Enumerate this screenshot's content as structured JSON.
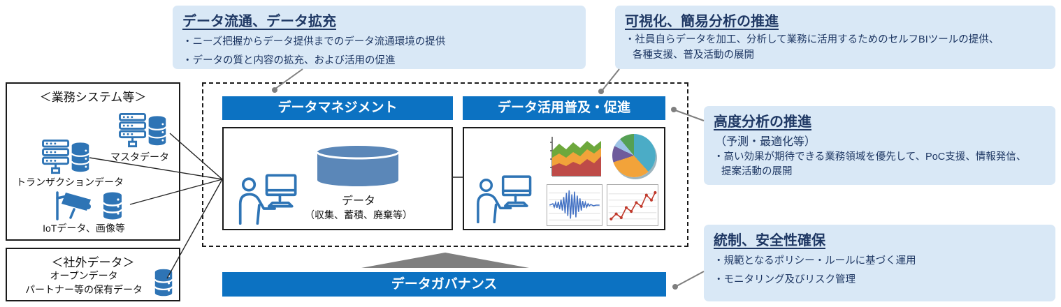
{
  "callouts": {
    "data_distribution": {
      "title": "データ流通、データ拡充",
      "bullet1": "・ニーズ把握からデータ提供までのデータ流通環境の提供",
      "bullet2": "・データの質と内容の拡充、および活用の促進"
    },
    "visualization": {
      "title": "可視化、簡易分析の推進",
      "bullet1": "・社員自らデータを加工、分析して業務に活用するためのセルフBIツールの提供、",
      "bullet2": "各種支援、普及活動の展開"
    },
    "advanced_analytics": {
      "title": "高度分析の推進",
      "subtitle": "（予測・最適化等）",
      "bullet1": "・高い効果が期待できる業務領域を優先して、PoC支援、情報発信、",
      "bullet2": "提案活動の展開"
    },
    "control_security": {
      "title": "統制、安全性確保",
      "bullet1": "・規範となるポリシー・ルールに基づく運用",
      "bullet2": "・モニタリング及びリスク管理"
    }
  },
  "sources": {
    "internal": {
      "title": "＜業務システム等＞",
      "items": [
        {
          "label": "マスタデータ",
          "icon": "server-database-icon"
        },
        {
          "label": "トランザクションデータ",
          "icon": "server-database-icon"
        },
        {
          "label": "IoTデータ、画像等",
          "icon": "camera-database-icon"
        }
      ]
    },
    "external": {
      "title": "＜社外データ＞",
      "line1": "オープンデータ",
      "line2": "パートナー等の保有データ",
      "icon": "database-icon"
    }
  },
  "platform": {
    "management_header": "データマネジメント",
    "utilization_header": "データ活用普及・促進",
    "data_label": "データ",
    "data_sublabel": "（収集、蓄積、廃棄等）",
    "governance_bar": "データガバナンス"
  },
  "icons": {
    "person_computer": "person-at-computer-icon",
    "data_cylinder": "data-cylinder-icon",
    "charts": [
      "stacked-area-chart-icon",
      "pie-chart-icon",
      "waveform-chart-icon",
      "line-chart-icon"
    ]
  },
  "colors": {
    "header_blue": "#0C72C2",
    "callout_bg": "#D9E8F6",
    "title_navy": "#1F3864",
    "icon_blue": "#2E74B5",
    "cylinder_blue": "#5B87B8",
    "triangle_gray": "#7F7F7F"
  }
}
